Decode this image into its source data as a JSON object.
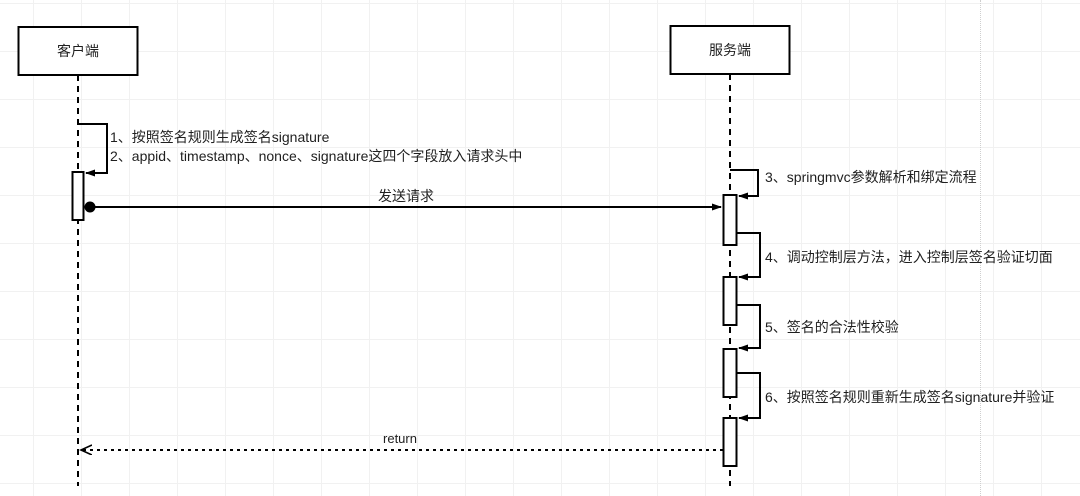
{
  "diagram_type": "sequence-diagram",
  "colors": {
    "stroke": "#000000",
    "text": "#1f1f1f",
    "background": "#ffffff",
    "grid": "#f1f1f1",
    "page_break": "#cfcfcf"
  },
  "actors": {
    "client": "客户端",
    "server": "服务端"
  },
  "messages": {
    "step1": "1、按照签名规则生成签名signature",
    "step2": "2、appid、timestamp、nonce、signature这四个字段放入请求头中",
    "send": "发送请求",
    "step3": "3、springmvc参数解析和绑定流程",
    "step4": "4、调动控制层方法，进入控制层签名验证切面",
    "step5": "5、签名的合法性校验",
    "step6": "6、按照签名规则重新生成签名signature并验证",
    "return": "return"
  }
}
